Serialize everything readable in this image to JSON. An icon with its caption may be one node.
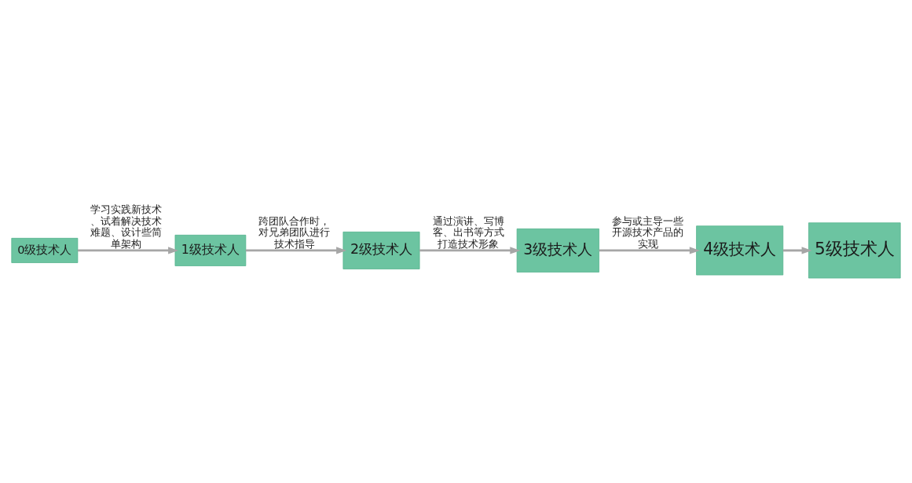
{
  "diagram": {
    "nodes": [
      {
        "text": [
          "0级技术人"
        ]
      },
      {
        "text": [
          "1级技术人"
        ]
      },
      {
        "text": [
          "2级技术人"
        ]
      },
      {
        "text": [
          "3级技术人"
        ]
      },
      {
        "text": [
          "4级技术人"
        ]
      },
      {
        "text": [
          "5级技术人"
        ]
      }
    ],
    "edges": [
      {
        "from": 0,
        "to": 1,
        "arrow": "to",
        "label": "学习实践新技术、试着解决技术难题、设计些简单架构"
      },
      {
        "from": 1,
        "to": 2,
        "arrow": "to",
        "label": "跨团队合作时，对兄弟团队进行技术指导"
      },
      {
        "from": 2,
        "to": 3,
        "arrow": "to",
        "label": "通过演讲、写博客、出书等方式打造技术形象"
      },
      {
        "from": 3,
        "to": 4,
        "arrow": "to",
        "label": "参与或主导一些开源技术产品的实现"
      },
      {
        "from": 4,
        "to": 5,
        "arrow": "to"
      }
    ]
  }
}
